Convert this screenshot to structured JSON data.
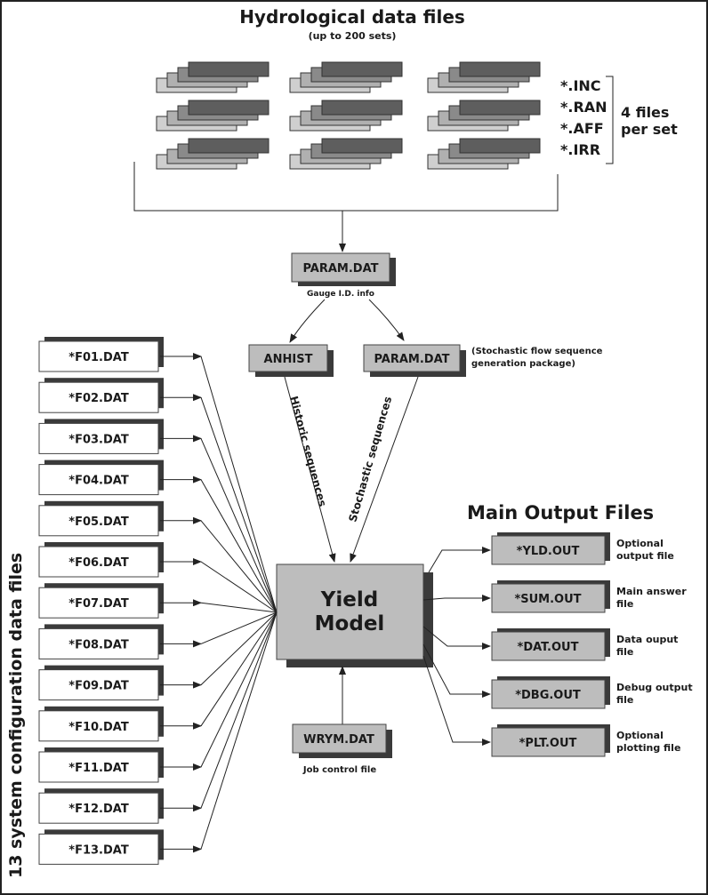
{
  "title": "Hydrological data files",
  "subtitle": "(up to 200 sets)",
  "file_extensions": [
    "*.INC",
    "*.RAN",
    "*.AFF",
    "*.IRR"
  ],
  "files_per_set": [
    "4 files",
    "per set"
  ],
  "param_top": {
    "label": "PARAM.DAT",
    "caption": "Gauge I.D. info"
  },
  "anhist": {
    "label": "ANHIST"
  },
  "param_stochastic": {
    "label": "PARAM.DAT",
    "note": [
      "(Stochastic flow sequence",
      "generation package)"
    ]
  },
  "historic_sequences": "Historic sequences",
  "stochastic_sequences": "Stochastic sequences",
  "config_side_label": "13 system configuration data files",
  "config_files": [
    "*F01.DAT",
    "*F02.DAT",
    "*F03.DAT",
    "*F04.DAT",
    "*F05.DAT",
    "*F06.DAT",
    "*F07.DAT",
    "*F08.DAT",
    "*F09.DAT",
    "*F10.DAT",
    "*F11.DAT",
    "*F12.DAT",
    "*F13.DAT"
  ],
  "yield_model": [
    "Yield",
    "Model"
  ],
  "wrym": {
    "label": "WRYM.DAT",
    "caption": "Job control file"
  },
  "main_output_title": "Main Output Files",
  "outputs": [
    {
      "label": "*YLD.OUT",
      "desc": [
        "Optional",
        "output file"
      ]
    },
    {
      "label": "*SUM.OUT",
      "desc": [
        "Main answer",
        "file"
      ]
    },
    {
      "label": "*DAT.OUT",
      "desc": [
        "Data ouput",
        "file"
      ]
    },
    {
      "label": "*DBG.OUT",
      "desc": [
        "Debug output",
        "file"
      ]
    },
    {
      "label": "*PLT.OUT",
      "desc": [
        "Optional",
        "plotting file"
      ]
    }
  ],
  "colors": {
    "box_fill": "#bdbdbd",
    "file_fill": "#ffffff",
    "shadow": "#3a3a3a",
    "stack_dark": "#5e5e5e",
    "stack_light": "#cfcfcf",
    "line": "#222222"
  }
}
